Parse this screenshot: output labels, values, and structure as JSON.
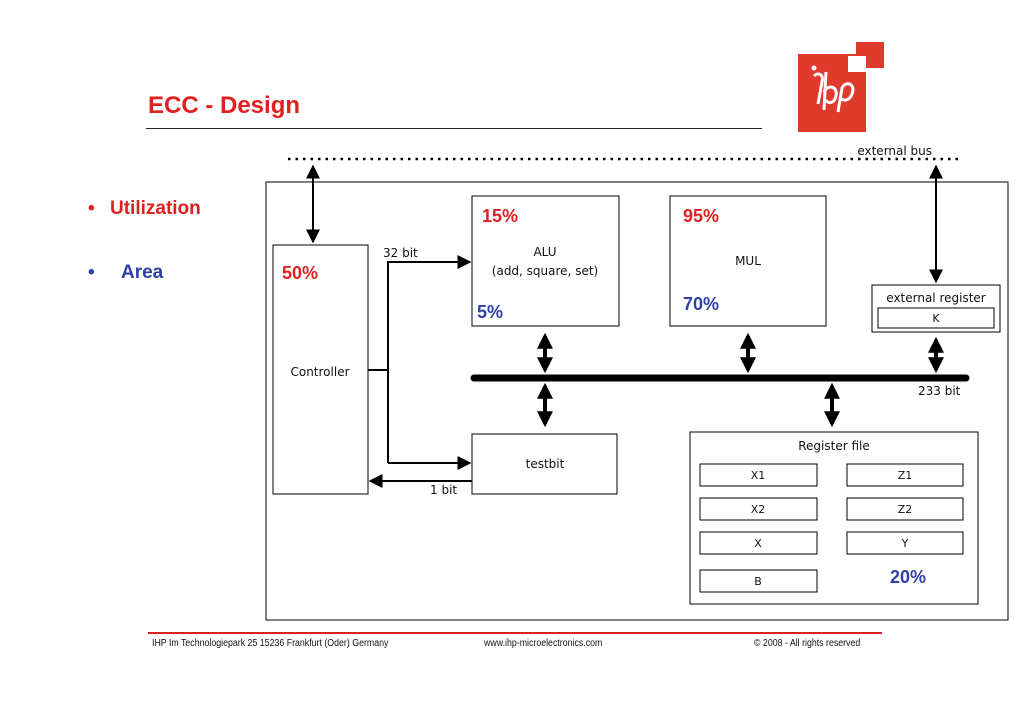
{
  "slide": {
    "title": "ECC - Design",
    "bullets": [
      {
        "label": "Utilization",
        "color": "#e02020"
      },
      {
        "label": "Area",
        "color": "#2e3fa8"
      }
    ],
    "footer": {
      "address": "IHP  Im Technologiepark 25  15236 Frankfurt (Oder) Germany",
      "website": "www.ihp-microelectronics.com",
      "copyright": "© 2008 - All rights reserved"
    }
  },
  "diagram": {
    "external_bus_label": "external bus",
    "controller": {
      "label": "Controller",
      "utilization": "50%"
    },
    "alu": {
      "title": "ALU",
      "ops": "(add, square, set)",
      "utilization": "15%",
      "area": "5%"
    },
    "mul": {
      "title": "MUL",
      "utilization": "95%",
      "area": "70%"
    },
    "external_register": {
      "title": "external register",
      "cell": "K"
    },
    "testbit": {
      "label": "testbit"
    },
    "register_file": {
      "title": "Register file",
      "cells": [
        "X1",
        "Z1",
        "X2",
        "Z2",
        "X",
        "Y",
        "B"
      ],
      "area": "20%"
    },
    "wire_labels": {
      "ctrl_to_alu": "32 bit",
      "testbit_to_ctrl": "1 bit",
      "main_bus": "233 bit"
    }
  },
  "colors": {
    "utilization": "#e02020",
    "area": "#2e3fa8",
    "logo": "#e03a2c"
  }
}
